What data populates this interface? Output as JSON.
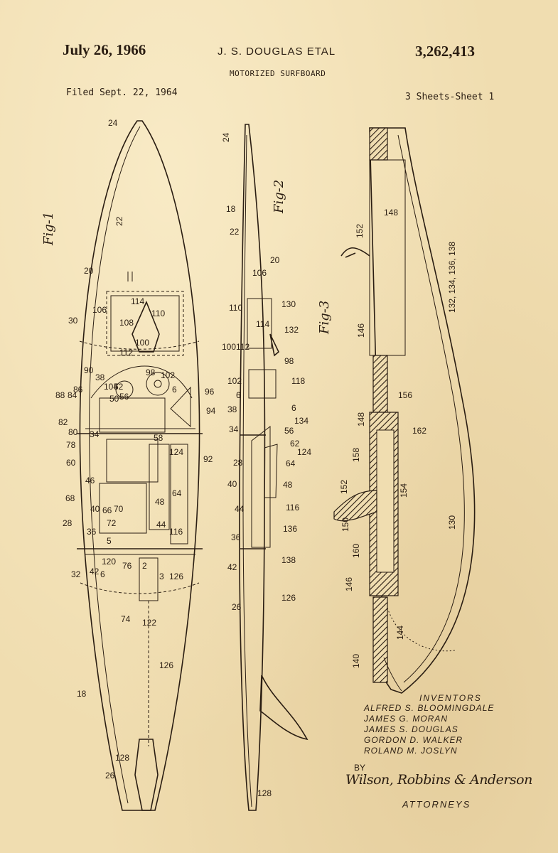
{
  "header": {
    "date": "July 26, 1966",
    "inventor_heading": "J. S. DOUGLAS ETAL",
    "patent_number": "3,262,413",
    "title": "MOTORIZED SURFBOARD",
    "filed": "Filed Sept. 22, 1964",
    "sheets": "3 Sheets-Sheet 1"
  },
  "figures": {
    "fig1": "Fig-1",
    "fig2": "Fig-2",
    "fig3": "Fig-3"
  },
  "reference_numerals": {
    "fig1": [
      "24",
      "22",
      "20",
      "30",
      "106",
      "108",
      "114",
      "110",
      "112",
      "100",
      "102",
      "90",
      "38",
      "84",
      "86",
      "88",
      "82",
      "78",
      "80",
      "34",
      "60",
      "46",
      "68",
      "28",
      "40",
      "36",
      "42",
      "32",
      "6",
      "74",
      "122",
      "126",
      "18",
      "128",
      "26",
      "92",
      "94",
      "96",
      "64",
      "116",
      "124",
      "48",
      "44",
      "56",
      "50",
      "52",
      "104",
      "98",
      "58",
      "120",
      "76",
      "66",
      "70",
      "72",
      "5",
      "3",
      "2"
    ],
    "fig2": [
      "24",
      "18",
      "22",
      "20",
      "106",
      "110",
      "130",
      "114",
      "132",
      "100",
      "112",
      "98",
      "118",
      "102",
      "6",
      "38",
      "134",
      "34",
      "56",
      "62",
      "64",
      "124",
      "28",
      "48",
      "40",
      "44",
      "116",
      "36",
      "136",
      "42",
      "138",
      "26",
      "126",
      "128"
    ],
    "fig3": [
      "148",
      "152",
      "132, 134, 136, 138",
      "146",
      "156",
      "162",
      "148",
      "158",
      "152",
      "154",
      "150",
      "160",
      "130",
      "146",
      "144",
      "140"
    ]
  },
  "inventors": {
    "heading": "INVENTORS",
    "names": [
      "ALFRED S. BLOOMINGDALE",
      "JAMES G. MORAN",
      "JAMES S. DOUGLAS",
      "GORDON D. WALKER",
      "ROLAND M. JOSLYN"
    ]
  },
  "attorney": {
    "by": "BY",
    "signature": "Wilson, Robbins & Anderson",
    "label": "ATTORNEYS"
  },
  "colors": {
    "paper": "#f0ddb0",
    "ink": "#2a1d12"
  }
}
